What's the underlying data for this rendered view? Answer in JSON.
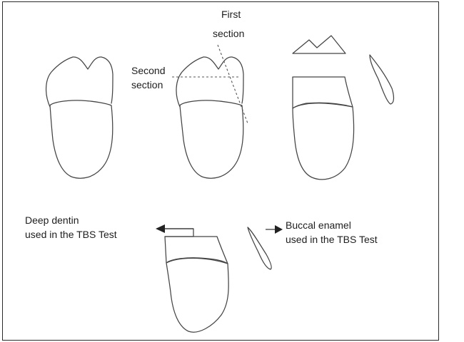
{
  "labels": {
    "first_section_line1": "First",
    "first_section_line2": "section",
    "second_section_line1": "Second",
    "second_section_line2": "section",
    "deep_dentin_line1": "Deep dentin",
    "deep_dentin_line2": "used in the TBS Test",
    "buccal_enamel_line1": "Buccal enamel",
    "buccal_enamel_line2": "used in the TBS Test"
  },
  "colors": {
    "line": "#444444",
    "text": "#1d1d1d",
    "background": "#ffffff"
  }
}
